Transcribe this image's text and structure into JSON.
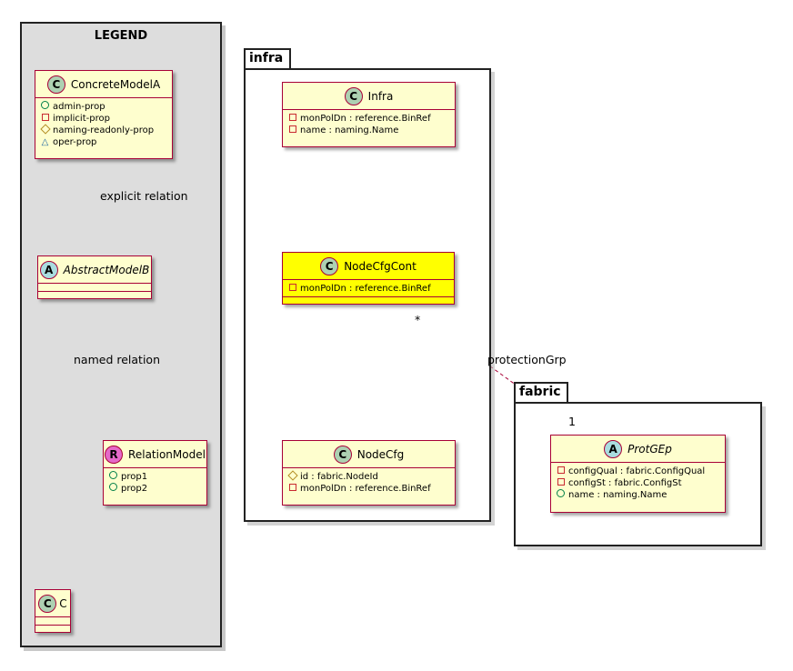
{
  "legend": {
    "title": "LEGEND",
    "concrete": {
      "stereotype": "C",
      "name": "ConcreteModelA",
      "attrs": [
        {
          "vis": "+",
          "text": "admin-prop"
        },
        {
          "vis": "-",
          "text": "implicit-prop"
        },
        {
          "vis": "#",
          "text": "naming-readonly-prop"
        },
        {
          "vis": "~",
          "text": "oper-prop"
        }
      ]
    },
    "explicit_label": "explicit relation",
    "abstract": {
      "stereotype": "A",
      "name": "AbstractModelB"
    },
    "named_label": "named relation",
    "relation": {
      "stereotype": "R",
      "name": "RelationModel",
      "attrs": [
        {
          "vis": "+",
          "text": "prop1"
        },
        {
          "vis": "+",
          "text": "prop2"
        }
      ]
    },
    "c": {
      "stereotype": "C",
      "name": "C"
    }
  },
  "infra": {
    "package": "infra",
    "infra_class": {
      "stereotype": "C",
      "name": "Infra",
      "attrs": [
        {
          "vis": "-",
          "text": "monPolDn : reference.BinRef"
        },
        {
          "vis": "-",
          "text": "name : naming.Name"
        }
      ]
    },
    "nodecfgcont": {
      "stereotype": "C",
      "name": "NodeCfgCont",
      "attrs": [
        {
          "vis": "-",
          "text": "monPolDn : reference.BinRef"
        }
      ]
    },
    "nodecfg": {
      "stereotype": "C",
      "name": "NodeCfg",
      "attrs": [
        {
          "vis": "#",
          "text": "id : fabric.NodeId"
        },
        {
          "vis": "-",
          "text": "monPolDn : reference.BinRef"
        }
      ]
    }
  },
  "fabric": {
    "package": "fabric",
    "protgep": {
      "stereotype": "A",
      "name": "ProtGEp",
      "attrs": [
        {
          "vis": "-",
          "text": "configQual : fabric.ConfigQual"
        },
        {
          "vis": "-",
          "text": "configSt : fabric.ConfigSt"
        },
        {
          "vis": "+",
          "text": "name : naming.Name"
        }
      ]
    }
  },
  "relation": {
    "label": "protectionGrp",
    "source_mult": "*",
    "target_mult": "1"
  },
  "colors": {
    "class_fill": "#fefece",
    "class_border": "#a80036",
    "highlight": "#ffff00",
    "stereo_C": "#add1b2",
    "stereo_A": "#a9dcdf",
    "stereo_R": "#e569c9",
    "legend_bg": "#dddddd"
  }
}
